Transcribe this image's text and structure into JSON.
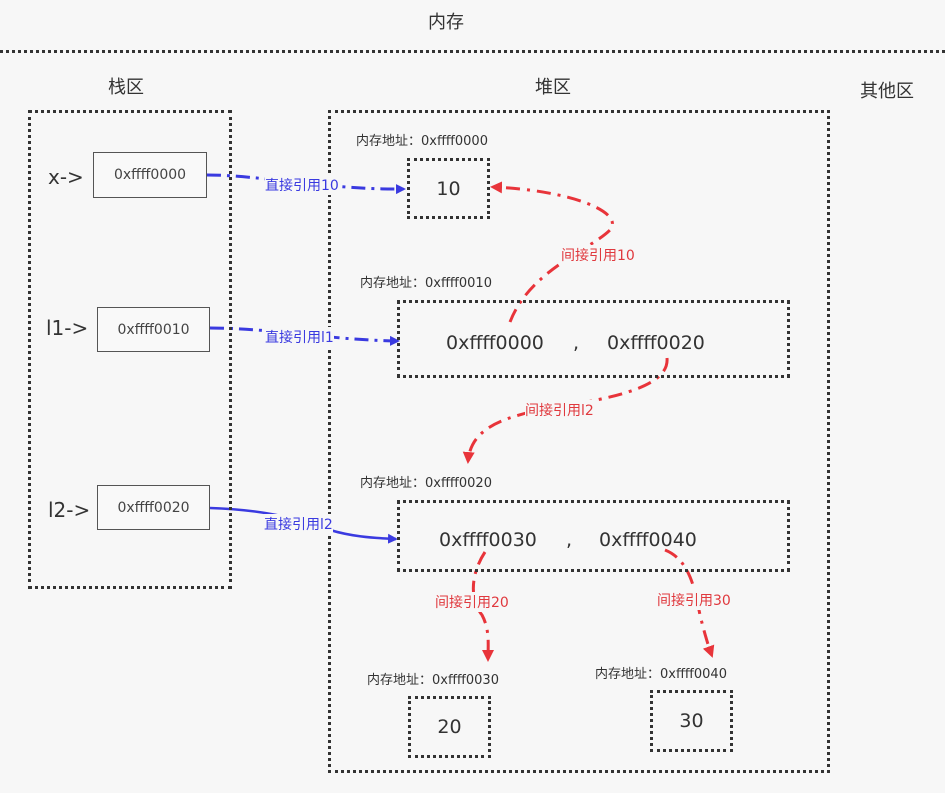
{
  "title": "内存",
  "regions": {
    "stack": "栈区",
    "heap": "堆区",
    "other": "其他区"
  },
  "stack_vars": [
    {
      "label": "x->",
      "value": "0xffff0000"
    },
    {
      "label": "l1->",
      "value": "0xffff0010"
    },
    {
      "label": "l2->",
      "value": "0xffff0020"
    }
  ],
  "heap_objects": [
    {
      "address_label": "内存地址：0xffff0000",
      "content": "10"
    },
    {
      "address_label": "内存地址：0xffff0010",
      "items": [
        "0xffff0000",
        ",",
        "0xffff0020"
      ]
    },
    {
      "address_label": "内存地址：0xffff0020",
      "items": [
        "0xffff0030",
        ",",
        "0xffff0040"
      ]
    },
    {
      "address_label": "内存地址：0xffff0030",
      "content": "20"
    },
    {
      "address_label": "内存地址：0xffff0040",
      "content": "30"
    }
  ],
  "references": {
    "direct": [
      "直接引用10",
      "直接引用l1",
      "直接引用l2"
    ],
    "indirect": [
      "间接引用10",
      "间接引用l2",
      "间接引用20",
      "间接引用30"
    ]
  },
  "colors": {
    "direct": "#3a3ae0",
    "indirect": "#e8343a"
  }
}
